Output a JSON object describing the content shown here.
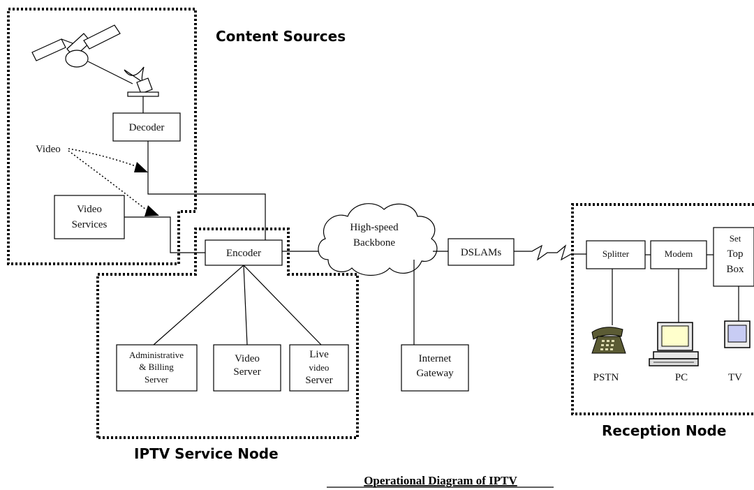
{
  "regions": {
    "content_sources": "Content Sources",
    "service_node": "IPTV Service Node",
    "reception_node": "Reception Node"
  },
  "caption": "Operational Diagram of IPTV",
  "labels": {
    "video": "Video",
    "decoder": "Decoder",
    "video_services": [
      "Video",
      "Services"
    ],
    "encoder": "Encoder",
    "admin_server": [
      "Administrative",
      "& Billing",
      "Server"
    ],
    "video_server": [
      "Video",
      "Server"
    ],
    "live_server": [
      "Live",
      "video",
      "Server"
    ],
    "backbone": [
      "High-speed",
      "Backbone"
    ],
    "internet_gateway": [
      "Internet",
      "Gateway"
    ],
    "dslams": "DSLAMs",
    "splitter": "Splitter",
    "modem": "Modem",
    "set_top_box": [
      "Set",
      "Top",
      "Box"
    ],
    "pstn": "PSTN",
    "pc": "PC",
    "tv": "TV"
  },
  "icons": [
    "satellite-icon",
    "satellite-dish-icon",
    "telephone-icon",
    "computer-icon",
    "television-icon"
  ]
}
